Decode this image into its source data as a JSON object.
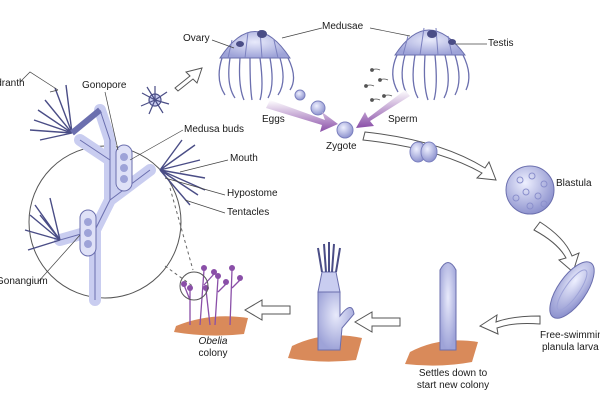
{
  "labels": {
    "ovary": "Ovary",
    "medusae": "Medusae",
    "testis": "Testis",
    "eggs": "Eggs",
    "sperm": "Sperm",
    "zygote": "Zygote",
    "blastula": "Blastula",
    "planula_line1": "Free-swimming",
    "planula_line2": "planula larva",
    "settles_line1": "Settles down to",
    "settles_line2": "start new colony",
    "obelia_italic": "Obelia",
    "colony": "colony",
    "gonangium": "Gonangium",
    "hydranth": "Hydranth",
    "gonopore": "Gonopore",
    "medusa_buds": "Medusa buds",
    "mouth": "Mouth",
    "hypostome": "Hypostome",
    "tentacles": "Tentacles"
  },
  "colors": {
    "body": "#c9cdf0",
    "body_stroke": "#6b6fae",
    "dark": "#4a4d86",
    "arrow_fill": "#ffffff",
    "arrow_stroke": "#555555",
    "purple_arrow": "#8a4fa8",
    "substrate": "#d98a5a",
    "line": "#444444"
  }
}
